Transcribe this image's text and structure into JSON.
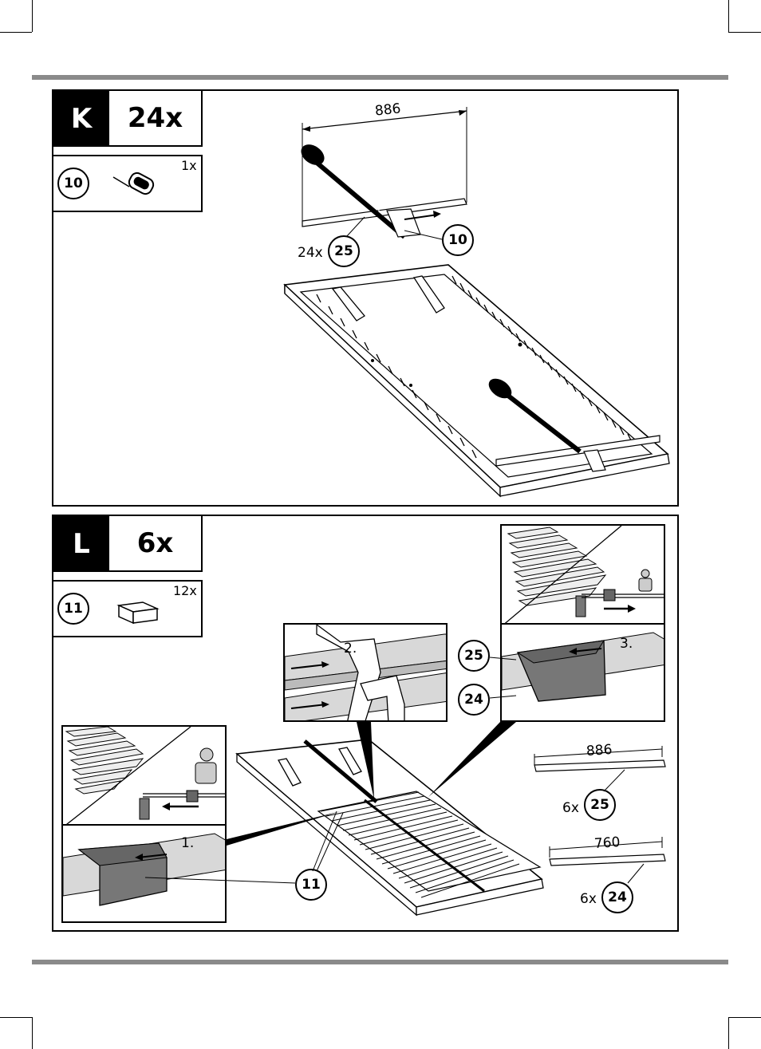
{
  "step_k": {
    "letter": "K",
    "count": "24x",
    "part": {
      "number": "10",
      "qty": "1x"
    },
    "dimension": "886",
    "slat_callout": {
      "qty": "24x",
      "number": "25"
    },
    "clip_callout": {
      "number": "10"
    }
  },
  "step_l": {
    "letter": "L",
    "count": "6x",
    "part": {
      "number": "11",
      "qty": "12x"
    },
    "steps": [
      "1.",
      "2.",
      "3."
    ],
    "callouts": {
      "slat_25": "25",
      "slat_24": "24",
      "pad_11": "11"
    },
    "slat_25": {
      "dimension": "886",
      "qty": "6x",
      "number": "25"
    },
    "slat_24": {
      "dimension": "760",
      "qty": "6x",
      "number": "24"
    }
  }
}
